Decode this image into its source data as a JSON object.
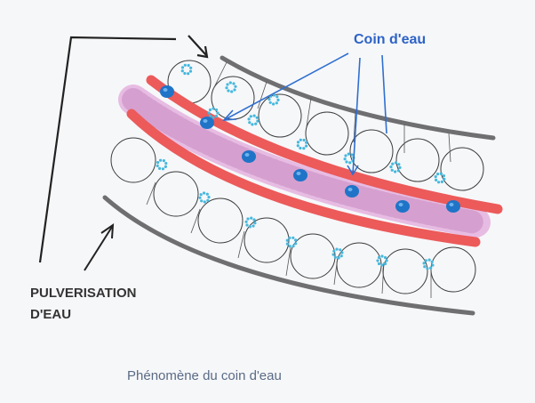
{
  "labels": {
    "water_wedge": "Coin d'eau",
    "spray_line1": "PULVERISATION",
    "spray_line2": "D'EAU",
    "caption": "Phénomène du coin d'eau"
  },
  "colors": {
    "arrow_blue": "#2f6fd0",
    "red_band": "#ec5a5a",
    "pink_fill": "#e6b5e0",
    "gray_outline": "#6f6f72",
    "cell_outline": "#3b3b3b",
    "droplet_blue": "#1f74c7",
    "speckle_cyan": "#45b8de"
  }
}
